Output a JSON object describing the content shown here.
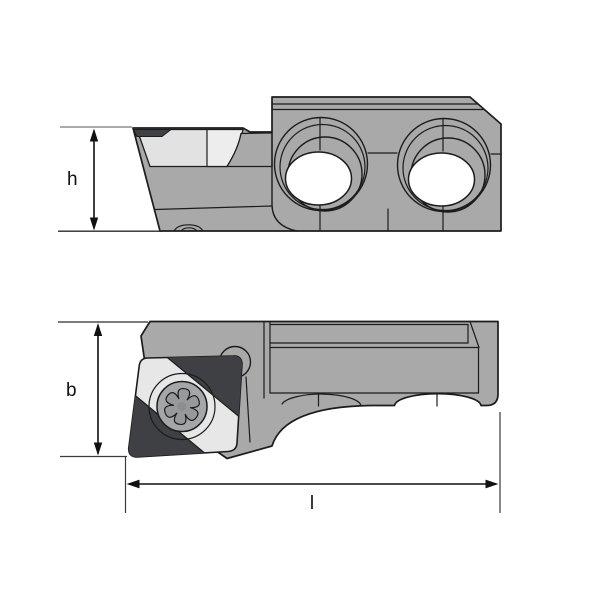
{
  "dimensions": {
    "h": {
      "label": "h"
    },
    "b": {
      "label": "b"
    },
    "l": {
      "label": "l"
    }
  },
  "colors": {
    "background": "#ffffff",
    "body": "#a9a9a9",
    "pocket_face": "#e2e2e2",
    "pocket_face_right": "#ededed",
    "insert_face": "#e7e7e7",
    "edge_dark": "#3e4043",
    "hole_white": "#ffffff",
    "screw_head": "#a4a6a8",
    "torx_recess": "#97999b",
    "torx_center": "#8b8d8f"
  }
}
